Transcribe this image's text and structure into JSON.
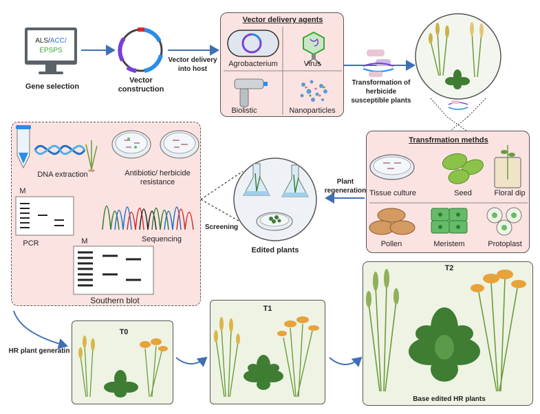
{
  "gene_selection": {
    "screen_line1": "ALS/",
    "screen_line1b": "ACC/",
    "screen_line2": "EPSPS",
    "label": "Gene selection"
  },
  "vector": {
    "label_line1": "Vector",
    "label_line2": "construction"
  },
  "delivery_arrow": {
    "line1": "Vector delivery",
    "line2": "into host"
  },
  "agents": {
    "title": "Vector delivery agents",
    "items": [
      "Agrobacterium",
      "Virus",
      "Biolistic",
      "Nanoparticles"
    ]
  },
  "transformation": {
    "line1": "Transformation of",
    "line2": "herbicide",
    "line3": "susceptible plants"
  },
  "methods": {
    "title": "Transfrmation methds",
    "items": [
      "Tissue culture",
      "Seed",
      "Floral dip",
      "Pollen",
      "Meristem",
      "Protoplast"
    ]
  },
  "regeneration": {
    "line1": "Plant",
    "line2": "regeneration"
  },
  "edited": {
    "label": "Edited plants"
  },
  "screening": {
    "label": "Screening"
  },
  "analysis": {
    "dna_extraction": "DNA extraction",
    "antibiotic_line1": "Antibiotic/ herbicide",
    "antibiotic_line2": "resistance",
    "pcr_marker": "M",
    "pcr": "PCR",
    "sequencing": "Sequencing",
    "southern_marker": "M",
    "southern": "Southern blot"
  },
  "hr_generation": {
    "label": "HR plant generatin"
  },
  "generations": {
    "t0": "T0",
    "t1": "T1",
    "t2": "T2",
    "t2_caption": "Base edited HR plants"
  },
  "colors": {
    "pink_panel": "#fbe3e1",
    "green_panel": "#eef3e4",
    "arrow_blue": "#3f6fb5",
    "acc_blue": "#2f6fe0",
    "epsps_green": "#3aa43a"
  }
}
